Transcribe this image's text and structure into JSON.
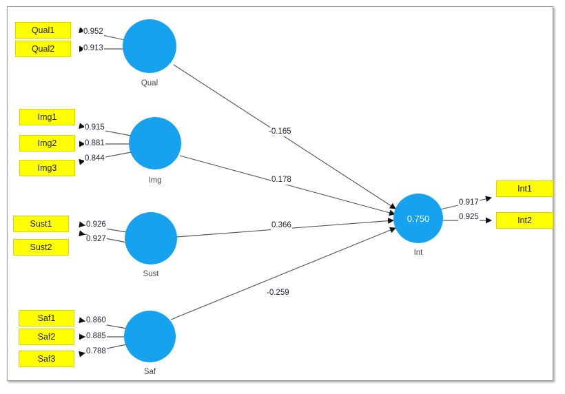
{
  "diagram": {
    "type": "sem-path-diagram",
    "accent_circle_color": "#17a2f0",
    "indicator_color": "#ffff00",
    "frame_border_color": "#9a9a9a",
    "latents": [
      {
        "id": "qual",
        "label": "Qual",
        "inner_value": ""
      },
      {
        "id": "img",
        "label": "Img",
        "inner_value": ""
      },
      {
        "id": "sust",
        "label": "Sust",
        "inner_value": ""
      },
      {
        "id": "saf",
        "label": "Saf",
        "inner_value": ""
      },
      {
        "id": "int",
        "label": "Int",
        "inner_value": "0.750"
      }
    ],
    "indicators": [
      {
        "id": "qual1",
        "label": "Qual1",
        "latent": "qual",
        "loading": "0.952"
      },
      {
        "id": "qual2",
        "label": "Qual2",
        "latent": "qual",
        "loading": "0.913"
      },
      {
        "id": "img1",
        "label": "Img1",
        "latent": "img",
        "loading": "0.915"
      },
      {
        "id": "img2",
        "label": "Img2",
        "latent": "img",
        "loading": "0.881"
      },
      {
        "id": "img3",
        "label": "Img3",
        "latent": "img",
        "loading": "0.844"
      },
      {
        "id": "sust1",
        "label": "Sust1",
        "latent": "sust",
        "loading": "0.926"
      },
      {
        "id": "sust2",
        "label": "Sust2",
        "latent": "sust",
        "loading": "0.927"
      },
      {
        "id": "saf1",
        "label": "Saf1",
        "latent": "saf",
        "loading": "0.860"
      },
      {
        "id": "saf2",
        "label": "Saf2",
        "latent": "saf",
        "loading": "0.885"
      },
      {
        "id": "saf3",
        "label": "Saf3",
        "latent": "saf",
        "loading": "0.788"
      },
      {
        "id": "int1",
        "label": "Int1",
        "latent": "int",
        "loading": "0.917"
      },
      {
        "id": "int2",
        "label": "Int2",
        "latent": "int",
        "loading": "0.925"
      }
    ],
    "paths": [
      {
        "id": "qual-int",
        "from": "Qual",
        "to": "Int",
        "coefficient": "-0.165"
      },
      {
        "id": "img-int",
        "from": "Img",
        "to": "Int",
        "coefficient": "0.178"
      },
      {
        "id": "sust-int",
        "from": "Sust",
        "to": "Int",
        "coefficient": "0.366"
      },
      {
        "id": "saf-int",
        "from": "Saf",
        "to": "Int",
        "coefficient": "-0.259"
      }
    ],
    "r_squared": {
      "construct": "Int",
      "value": "0.750"
    }
  },
  "chart_data": {
    "type": "diagram",
    "title": "",
    "measurement_model": {
      "Qual": [
        {
          "indicator": "Qual1",
          "loading": 0.952
        },
        {
          "indicator": "Qual2",
          "loading": 0.913
        }
      ],
      "Img": [
        {
          "indicator": "Img1",
          "loading": 0.915
        },
        {
          "indicator": "Img2",
          "loading": 0.881
        },
        {
          "indicator": "Img3",
          "loading": 0.844
        }
      ],
      "Sust": [
        {
          "indicator": "Sust1",
          "loading": 0.926
        },
        {
          "indicator": "Sust2",
          "loading": 0.927
        }
      ],
      "Saf": [
        {
          "indicator": "Saf1",
          "loading": 0.86
        },
        {
          "indicator": "Saf2",
          "loading": 0.885
        },
        {
          "indicator": "Saf3",
          "loading": 0.788
        }
      ],
      "Int": [
        {
          "indicator": "Int1",
          "loading": 0.917
        },
        {
          "indicator": "Int2",
          "loading": 0.925
        }
      ]
    },
    "structural_model": [
      {
        "from": "Qual",
        "to": "Int",
        "coefficient": -0.165
      },
      {
        "from": "Img",
        "to": "Int",
        "coefficient": 0.178
      },
      {
        "from": "Sust",
        "to": "Int",
        "coefficient": 0.366
      },
      {
        "from": "Saf",
        "to": "Int",
        "coefficient": -0.259
      }
    ],
    "r_squared": {
      "Int": 0.75
    }
  }
}
